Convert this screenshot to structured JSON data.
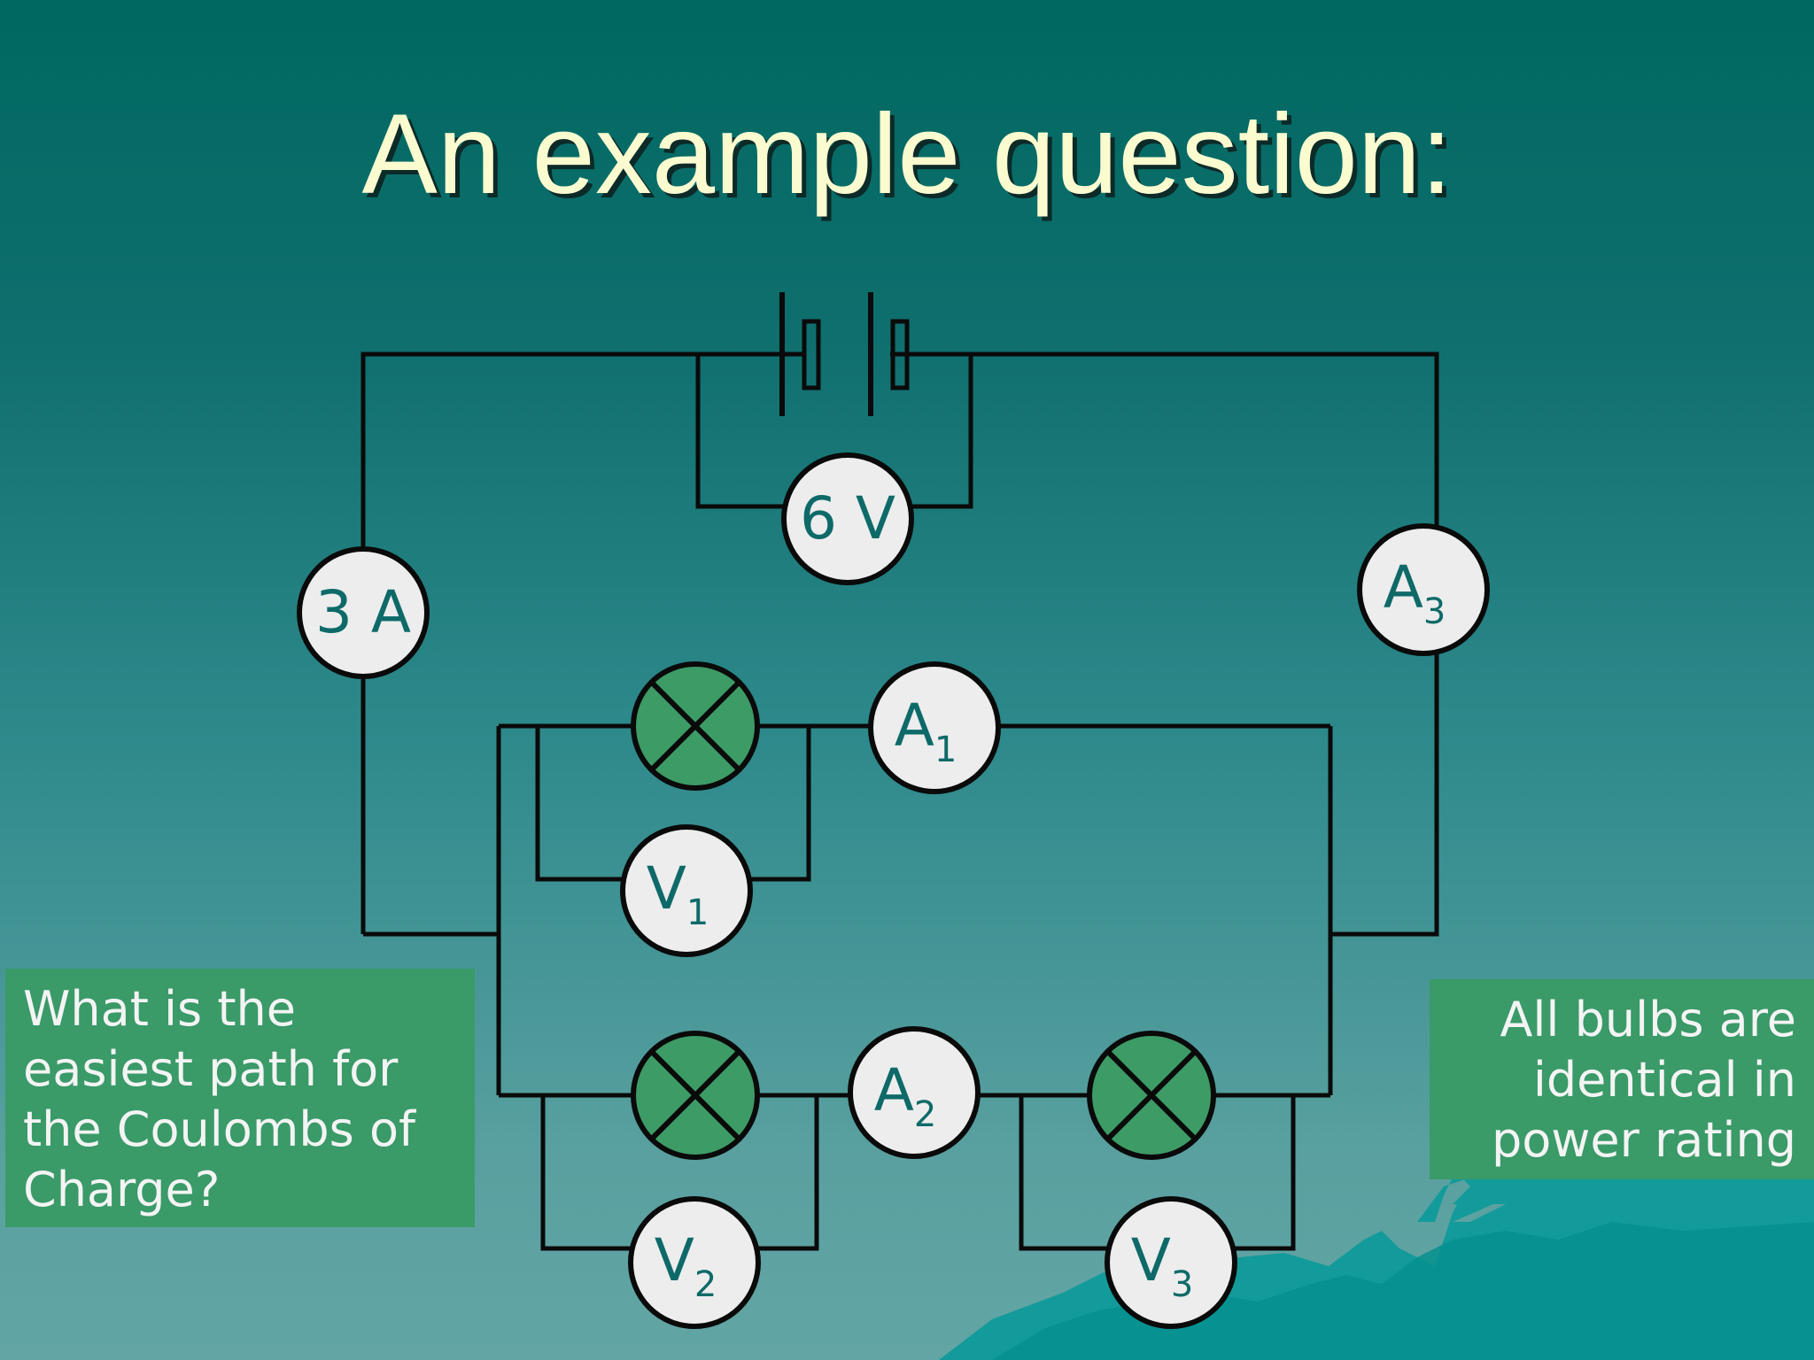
{
  "slide": {
    "title": "An example question:",
    "note_left": "What is the\neasiest path for\nthe Coulombs of\nCharge?",
    "note_right": "All bulbs are\nidentical in\npower rating"
  },
  "meters": {
    "battery_voltmeter": "6 V",
    "main_ammeter": "3 A",
    "a1": {
      "letter": "A",
      "sub": "1"
    },
    "a2": {
      "letter": "A",
      "sub": "2"
    },
    "a3": {
      "letter": "A",
      "sub": "3"
    },
    "v1": {
      "letter": "V",
      "sub": "1"
    },
    "v2": {
      "letter": "V",
      "sub": "2"
    },
    "v3": {
      "letter": "V",
      "sub": "3"
    }
  },
  "colors": {
    "background_top": "#006860",
    "background_bottom": "#62a5a4",
    "title": "#fbfbd0",
    "note_box": "#3a9a68",
    "bulb": "#3d9b66",
    "meter_face": "#ededee",
    "meter_text": "#0e6a68"
  }
}
